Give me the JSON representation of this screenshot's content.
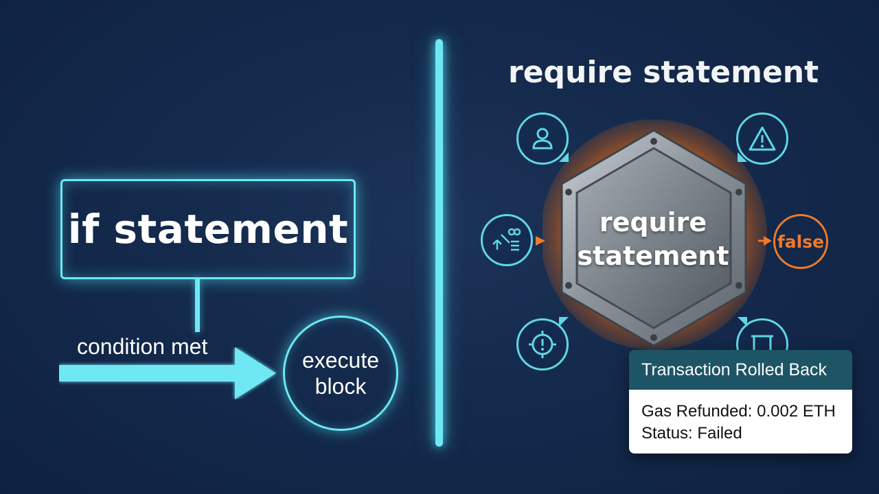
{
  "left": {
    "box_title": "if statement",
    "condition_label": "condition met",
    "execute_line1": "execute",
    "execute_line2": "block"
  },
  "right": {
    "title": "require statement",
    "hex_line1": "require",
    "hex_line2": "statement",
    "false_label": "false",
    "icons": [
      "user-icon",
      "warning-icon",
      "flow-icon",
      "alert-target-icon",
      "clipboard-icon"
    ]
  },
  "tooltip": {
    "header": "Transaction Rolled Back",
    "line1": "Gas Refunded: 0.002 ETH",
    "line2": "Status: Failed"
  },
  "colors": {
    "accent_cyan": "#6fe8f3",
    "accent_orange": "#f07a2a",
    "background": "#142a4c"
  }
}
